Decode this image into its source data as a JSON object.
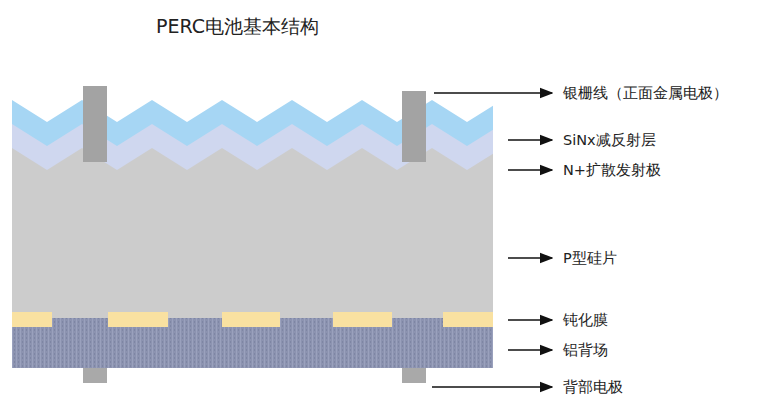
{
  "diagram": {
    "title": "PERC电池基本结构",
    "labels": [
      "银栅线（正面金属电极）",
      "SiNx减反射层",
      "N+扩散发射极",
      "P型硅片",
      "钝化膜",
      "铝背场",
      "背部电极"
    ]
  }
}
